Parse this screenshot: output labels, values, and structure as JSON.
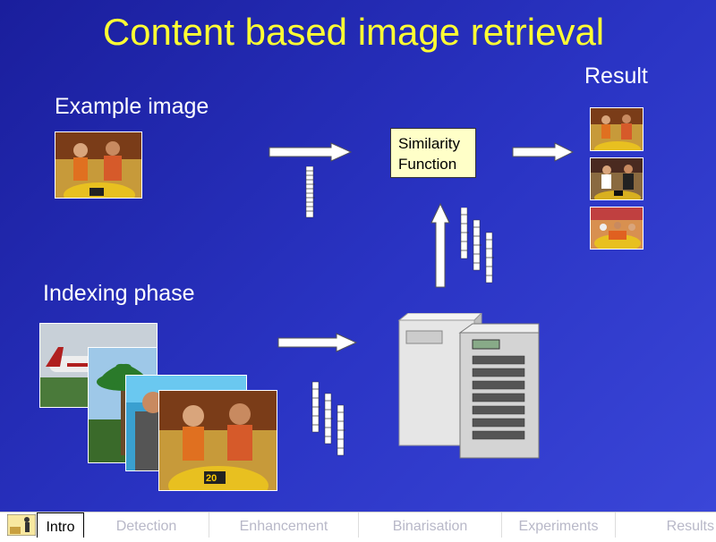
{
  "slide": {
    "title": "Content based image retrieval",
    "example_label": "Example image",
    "result_label": "Result",
    "indexing_label": "Indexing phase",
    "similarity_line1": "Similarity",
    "similarity_line2": "Function"
  },
  "nav": {
    "tabs": [
      {
        "label": "Intro",
        "active": true
      },
      {
        "label": "Detection",
        "active": false
      },
      {
        "label": "Enhancement",
        "active": false
      },
      {
        "label": "Binarisation",
        "active": false
      },
      {
        "label": "Experiments",
        "active": false
      },
      {
        "label": "Results",
        "active": false
      }
    ]
  },
  "colors": {
    "title": "#ffff33",
    "background": "#2a34c4",
    "box": "#ffffc8"
  },
  "icons": {
    "server": "server-icon",
    "arrow": "arrow-right-icon",
    "logo": "logo-icon"
  },
  "tv_caption": "20"
}
